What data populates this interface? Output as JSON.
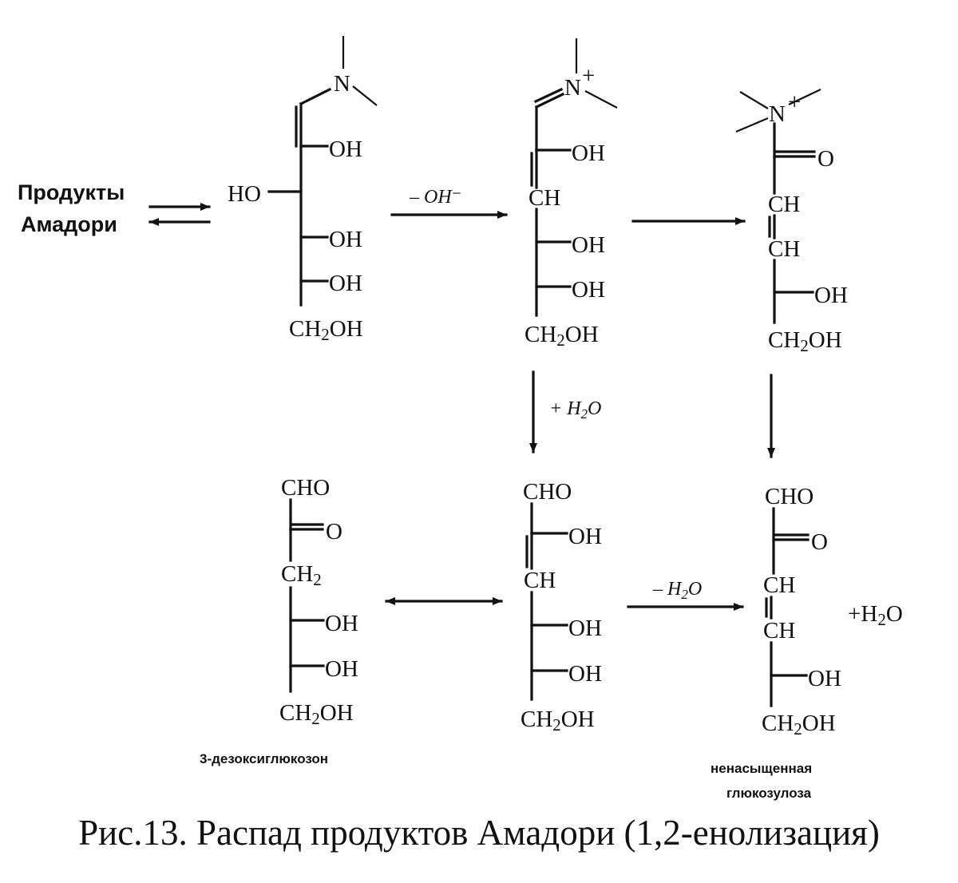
{
  "start_label": [
    "Продукты",
    "Амадори"
  ],
  "groups": {
    "OH": "OH",
    "HO": "HO",
    "CH": "CH",
    "CH2OH": "CH2OH",
    "CHO": "CHO",
    "O": "O",
    "CH2": "CH2",
    "N": "N",
    "plus": "+"
  },
  "reagents": {
    "minus_oh": "– OH⁻",
    "plus_h2o": "+ H2O",
    "minus_h2o": "– H2O"
  },
  "side_product": "+H2O",
  "labels": {
    "deoxyglucosone": "3-дезоксиглюкозон",
    "unsaturated_1": "ненасыщенная",
    "unsaturated_2": "глюкозулоза"
  },
  "caption": "Рис.13. Распад продуктов Амадори (1,2-енолизация)"
}
